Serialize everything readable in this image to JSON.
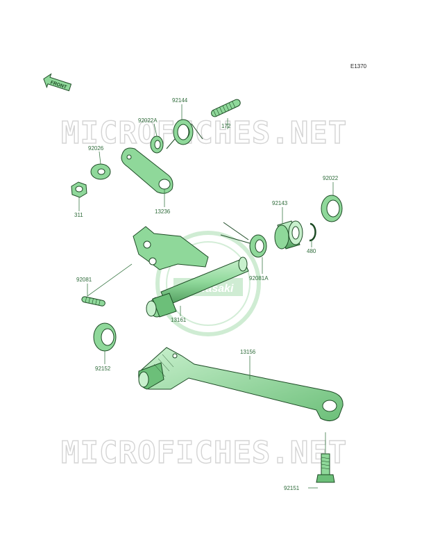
{
  "diagram_ref": "E1370",
  "watermark": {
    "text": "MICROFICHES.NET"
  },
  "logo": {
    "text": "Kawasaki"
  },
  "front_arrow": {
    "label": "FRONT"
  },
  "colors": {
    "part_fill": "#8fd89a",
    "part_dark": "#5aaa67",
    "part_light": "#c8f0cd",
    "label": "#2e6b3a",
    "leader": "#3d7a48",
    "watermark": "#d4d4d4"
  },
  "parts": [
    {
      "id": "p-92144",
      "label": "92144"
    },
    {
      "id": "p-92022A",
      "label": "92022A"
    },
    {
      "id": "p-172",
      "label": "172"
    },
    {
      "id": "p-92026",
      "label": "92026"
    },
    {
      "id": "p-311",
      "label": "311"
    },
    {
      "id": "p-13236",
      "label": "13236"
    },
    {
      "id": "p-92022",
      "label": "92022"
    },
    {
      "id": "p-92143",
      "label": "92143"
    },
    {
      "id": "p-480",
      "label": "480"
    },
    {
      "id": "p-92081A",
      "label": "92081A"
    },
    {
      "id": "p-92081",
      "label": "92081"
    },
    {
      "id": "p-13161",
      "label": "13161"
    },
    {
      "id": "p-92152",
      "label": "92152"
    },
    {
      "id": "p-13156",
      "label": "13156"
    },
    {
      "id": "p-92151",
      "label": "92151"
    }
  ]
}
